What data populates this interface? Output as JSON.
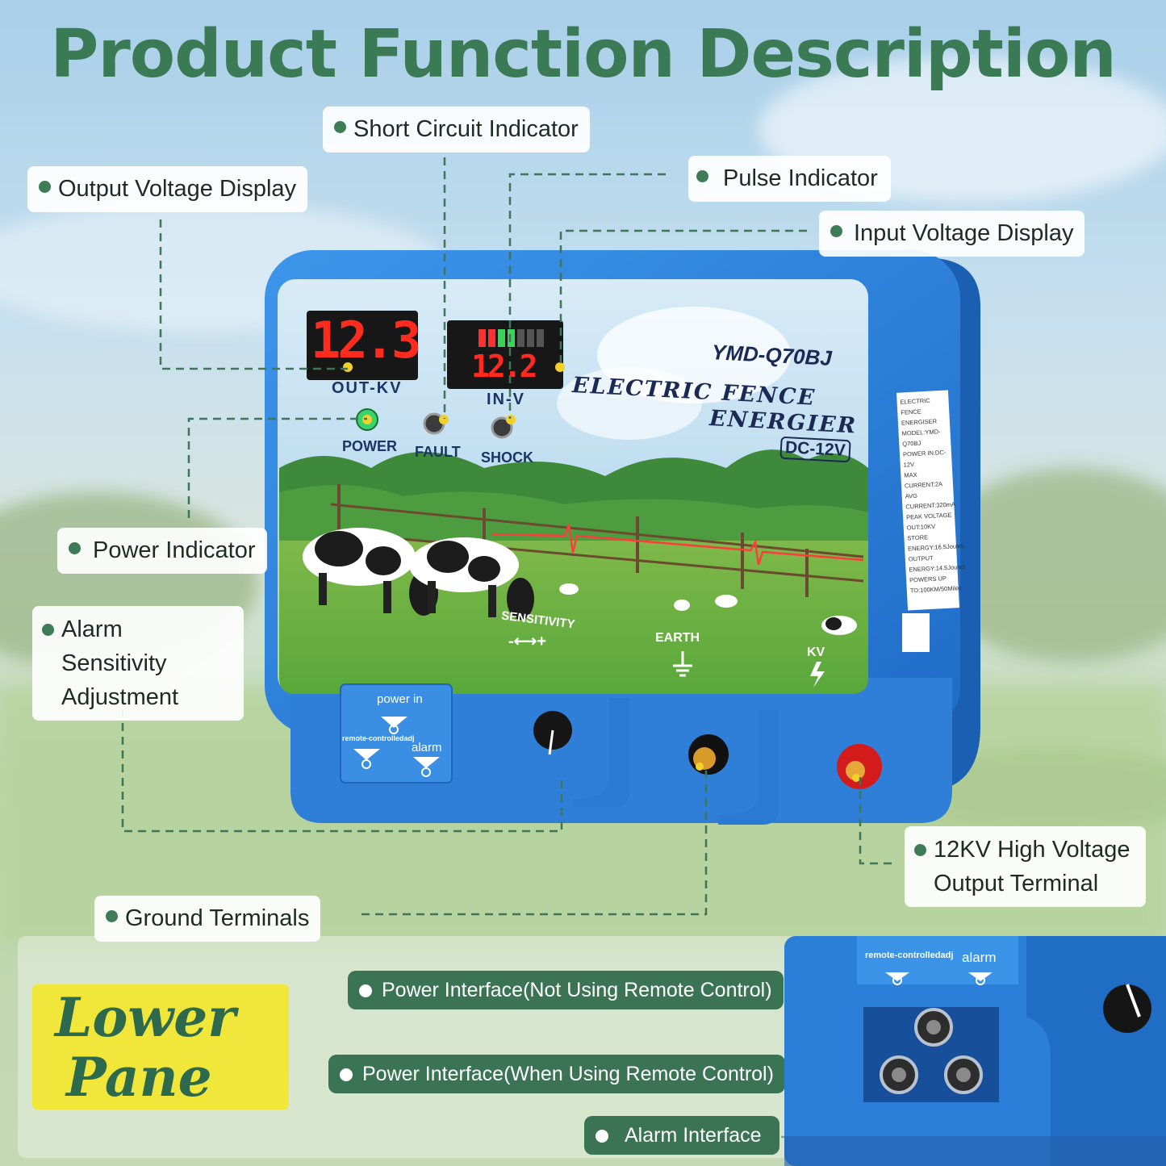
{
  "title": "Product Function Description",
  "callouts": {
    "output_voltage_display": "Output Voltage Display",
    "short_circuit_indicator": "Short Circuit Indicator",
    "pulse_indicator": "Pulse Indicator",
    "input_voltage_display": "Input Voltage Display",
    "power_indicator": "Power Indicator",
    "alarm_sensitivity_line1": "Alarm Sensitivity",
    "alarm_sensitivity_line2": "Adjustment",
    "high_voltage_line1": "12KV High Voltage",
    "high_voltage_line2": "Output Terminal",
    "ground_terminals": "Ground Terminals"
  },
  "device": {
    "model": "YMD-Q70BJ",
    "name_line1": "ELECTRIC FENCE",
    "name_line2": "ENERGIER",
    "rating": "DC-12V",
    "out_display": "12.3",
    "out_label": "OUT-KV",
    "in_display": "12.2",
    "in_label": "IN-V",
    "power_label": "POWER",
    "fault_label": "FAULT",
    "shock_label": "SHOCK",
    "sensitivity_label": "SENSITIVITY",
    "sensitivity_scale": "-⟷+",
    "earth_label": "EARTH",
    "kv_label": "KV",
    "port_power_in": "power in",
    "port_remote": "remote-controlledadj",
    "port_alarm": "alarm",
    "side_label": [
      "ELECTRIC FENCE",
      "ENERGISER",
      "MODEL:YMD-Q70BJ",
      "POWER IN:DC-12V",
      "MAX CURRENT:2A",
      "AVG CURRENT:320mA",
      "PEAK VOLTAGE OUT:10KV",
      "STORE ENERGY:16.5Joules",
      "OUTPUT ENERGY:14.5Joules",
      "POWERS UP TO:100KM/50Miles"
    ],
    "input_bar_level": 0.4
  },
  "lower": {
    "heading_line1": "Lower",
    "heading_line2": "Pane",
    "power_no_remote": "Power Interface(Not Using Remote Control)",
    "power_with_remote": "Power Interface(When Using Remote Control)",
    "alarm_interface": "Alarm Interface",
    "photo_remote": "remote-controlledadj",
    "photo_alarm": "alarm"
  },
  "colors": {
    "title_green": "#3a7a55",
    "device_blue": "#2f82dc",
    "led_red": "#ff2b1f",
    "power_led": "#38d36a",
    "lower_yellow": "#f1e63a",
    "callout_green": "#3b7355"
  }
}
